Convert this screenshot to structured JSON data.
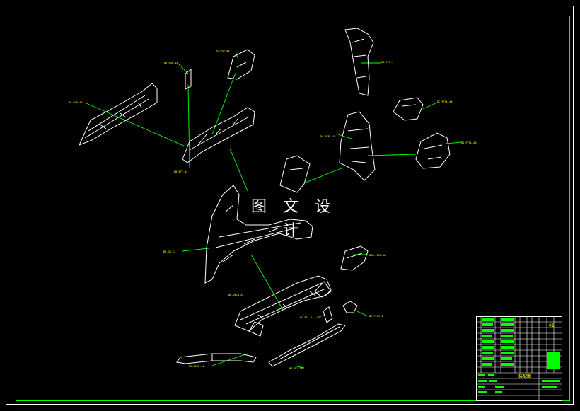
{
  "watermark": "图 文 设 计",
  "colors": {
    "background": "#000000",
    "frame": "#ffffff",
    "inner_frame": "#00ff00",
    "leader": "#00ff00",
    "tag": "#ffff00",
    "part": "#ffffff",
    "title_block_fill": "#00ff00"
  },
  "callouts": [
    {
      "id": "A",
      "text": "BC-D4F-44"
    },
    {
      "id": "B",
      "text": "BO-P4F-44"
    },
    {
      "id": "C",
      "text": "TC-P4P-44"
    },
    {
      "id": "D",
      "text": "BB-BTF-44"
    },
    {
      "id": "E",
      "text": "BB-PFP-4"
    },
    {
      "id": "F",
      "text": "DC-PFPL-43"
    },
    {
      "id": "G",
      "text": "DC-PTPL-44"
    },
    {
      "id": "H",
      "text": "BO-PTPL-44"
    },
    {
      "id": "I",
      "text": "BD-D0-C4"
    },
    {
      "id": "J",
      "text": "BBB-TECB-4D"
    },
    {
      "id": "K",
      "text": "BB-DECB-4C"
    },
    {
      "id": "L",
      "text": "BC-PTL-A"
    },
    {
      "id": "M",
      "text": "BC-PFPC-4"
    },
    {
      "id": "N",
      "text": "BC-EFBL-40"
    },
    {
      "id": "O",
      "text": "BB-PTA-BB"
    }
  ],
  "title_block": {
    "header_label": "装配图",
    "mark": "01"
  }
}
